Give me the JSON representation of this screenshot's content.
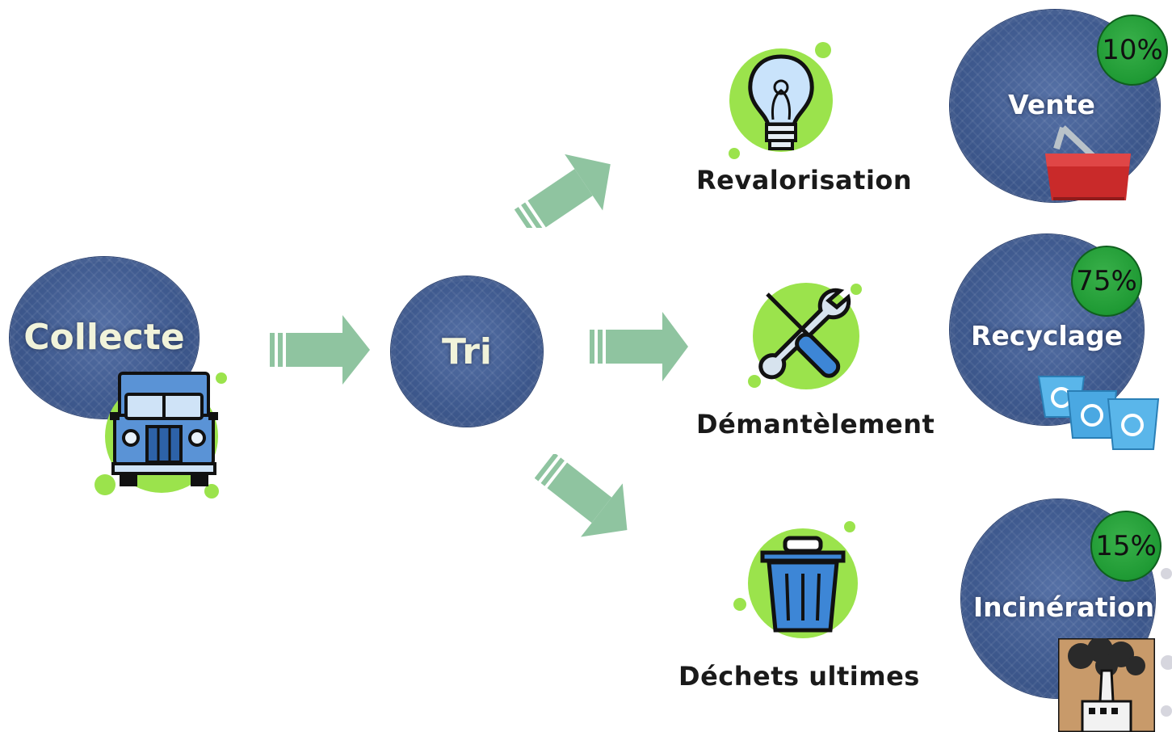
{
  "source": {
    "collecte": "Collecte",
    "tri": "Tri"
  },
  "stages": [
    {
      "key": "revalorisation",
      "label": "Revalorisation",
      "icon": "lightbulb-icon"
    },
    {
      "key": "demantelement",
      "label": "Démantèlement",
      "icon": "wrench-screwdriver-icon"
    },
    {
      "key": "dechets",
      "label": "Déchets ultimes",
      "icon": "trash-can-icon"
    }
  ],
  "outcomes": [
    {
      "label": "Vente",
      "percent": "10%",
      "icon": "shopping-basket-icon"
    },
    {
      "label": "Recyclage",
      "percent": "75%",
      "icon": "recycle-bins-icon"
    },
    {
      "label": "Incinération",
      "percent": "15%",
      "icon": "smoking-factory-icon"
    }
  ],
  "colors": {
    "circle": "#3f5a8f",
    "arrow": "#8fc4a0",
    "splat": "#9be34c",
    "badge": "#1f9a34"
  }
}
